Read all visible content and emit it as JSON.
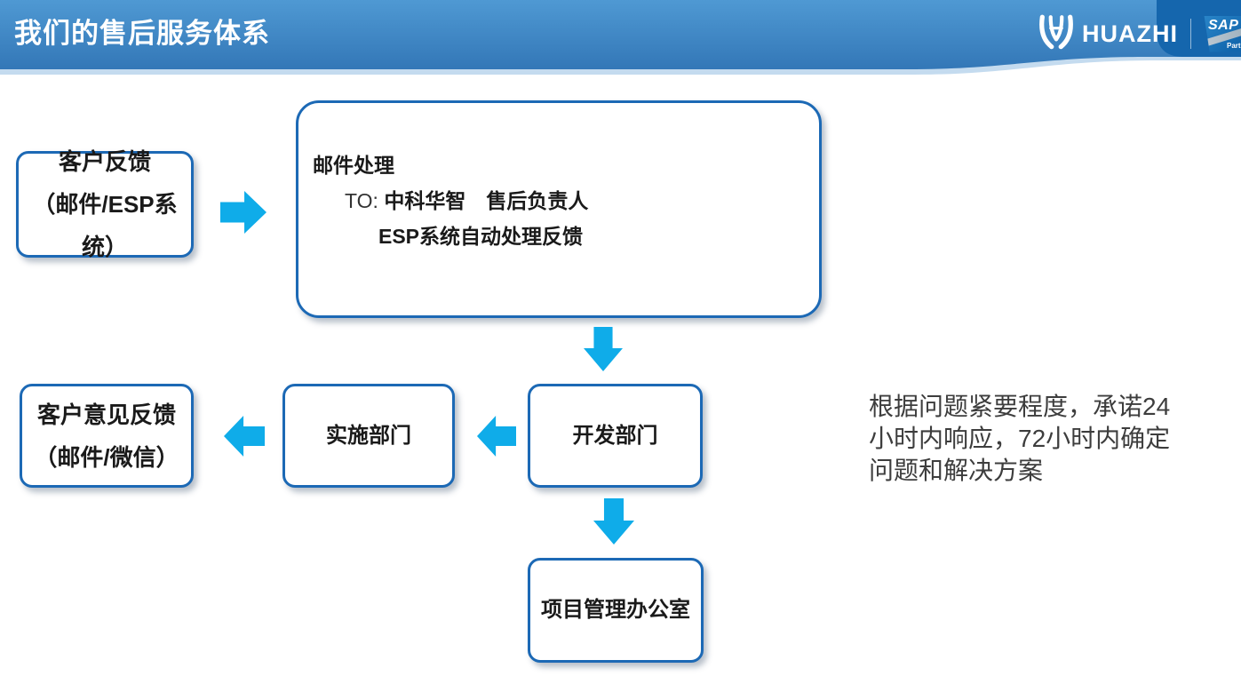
{
  "slide": {
    "title": "我们的售后服务体系"
  },
  "logos": {
    "brand": "HUAZHI",
    "sap": "SAP",
    "sap_sub": "Partner"
  },
  "flow": {
    "customer_feedback": {
      "line1": "客户反馈",
      "line2": "（邮件/ESP系统）"
    },
    "mail_processing": {
      "title": "邮件处理",
      "to_label": "TO:",
      "to_value": "中科华智　售后负责人",
      "auto_line": "ESP系统自动处理反馈"
    },
    "dev_department": {
      "label": "开发部门"
    },
    "impl_department": {
      "label": "实施部门"
    },
    "customer_opinion": {
      "line1": "客户意见反馈",
      "line2": "（邮件/微信）"
    },
    "pmo": {
      "label": "项目管理办公室"
    }
  },
  "note": {
    "text": "根据问题紧要程度，承诺24小时内响应，72小时内确定问题和解决方案"
  },
  "colors": {
    "accent_cyan": "#0FACE9",
    "box_border": "#1C69B5",
    "header_gradient_top": "#4F99D3",
    "header_gradient_bottom": "#3377B7",
    "header_corner_dark": "#1566AD",
    "note_text": "#3d3d3d"
  },
  "icons": {
    "brand_emblem": "huazhi-w-emblem",
    "arrow_right": "block-arrow-right",
    "arrow_left": "block-arrow-left",
    "arrow_down": "block-arrow-down"
  }
}
